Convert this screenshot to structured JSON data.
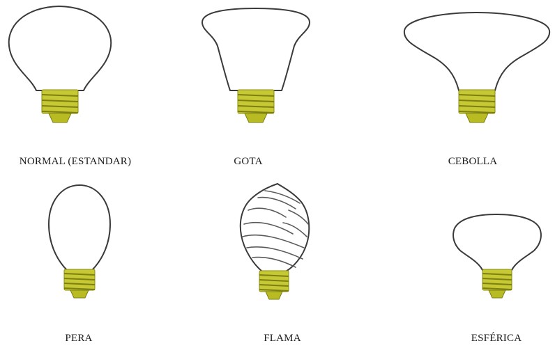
{
  "labels": {
    "normal": "NORMAL (ESTANDAR)",
    "gota": "GOTA",
    "cebolla": "CEBOLLA",
    "pera": "PERA",
    "flama": "FLAMA",
    "esferica": "ESFÉRICA"
  },
  "colors": {
    "outline": "#3a3a3a",
    "screw": "#c6c834",
    "screw_thread": "#7c7f12"
  }
}
